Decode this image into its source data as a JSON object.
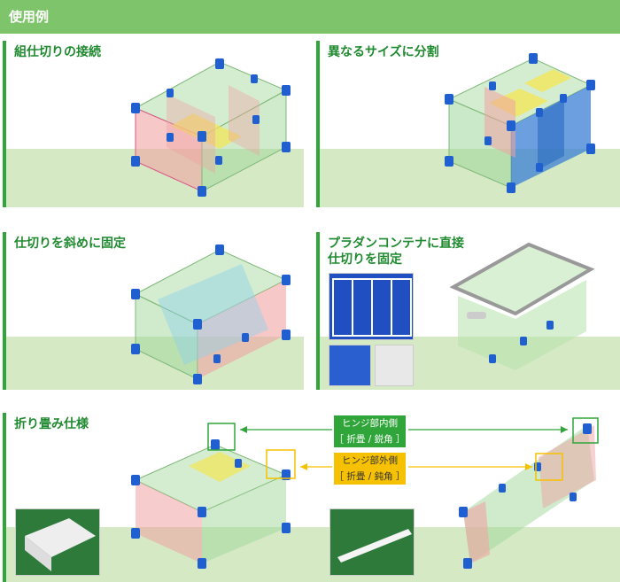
{
  "header": {
    "title": "使用例"
  },
  "panels": {
    "p1": {
      "title": "組仕切りの接続"
    },
    "p2": {
      "title": "異なるサイズに分割"
    },
    "p3": {
      "title": "仕切りを斜めに固定"
    },
    "p4": {
      "title_line1": "プラダンコンテナに直接",
      "title_line2": "仕切りを固定"
    },
    "p5": {
      "title": "折り畳み仕様"
    }
  },
  "callouts": {
    "inner": {
      "line1": "ヒンジ部内側",
      "line2": "［ 折畳 / 鋭角 ］"
    },
    "outer": {
      "line1": "ヒンジ部外側",
      "line2": "［ 折畳 / 鈍角 ］"
    }
  },
  "colors": {
    "header_green": "#7ec46a",
    "accent_green": "#2fa53a",
    "ground_green": "#d4e9c4",
    "panel_green": "#9fd79a",
    "panel_pink": "#f0a3a3",
    "panel_yellow": "#f2e65a",
    "panel_blue": "#3b7fd6",
    "connector_blue": "#1f5fcf",
    "callout_yellow": "#f6c100"
  }
}
